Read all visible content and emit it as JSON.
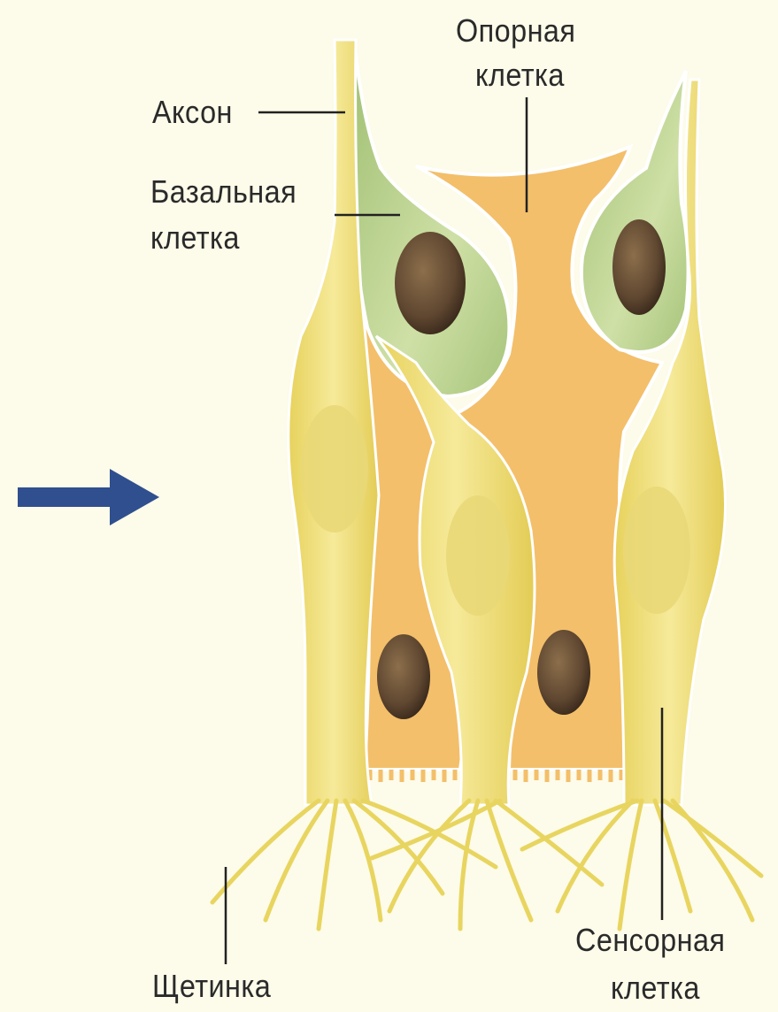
{
  "labels": {
    "axon": "Аксон",
    "basal_1": "Базальная",
    "basal_2": "клетка",
    "support_1": "Опорная",
    "support_2": "клетка",
    "seta": "Щетинка",
    "sensory_1": "Сенсорная",
    "sensory_2": "клетка"
  },
  "colors": {
    "background": "#fdfbe9",
    "sensory_cell": "#efe07a",
    "support_cell": "#f3bf6a",
    "basal_cell": "#b9d08c",
    "nucleus": "#6d5438",
    "arrow": "#2f4f8f"
  },
  "icons": {
    "arrow": "right-arrow-icon"
  }
}
